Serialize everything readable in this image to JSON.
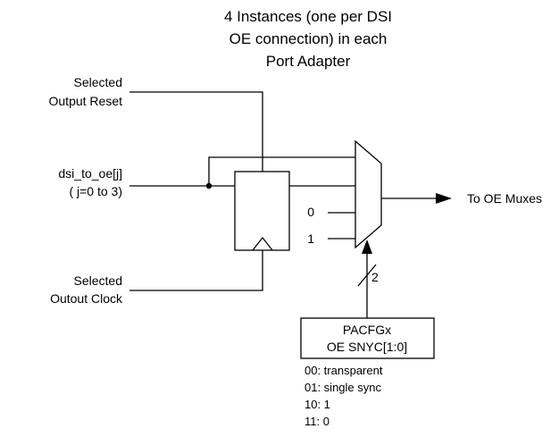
{
  "title": {
    "line1": "4 Instances (one per DSI",
    "line2": "OE connection) in each",
    "line3": "Port Adapter"
  },
  "inputs": {
    "reset_line1": "Selected",
    "reset_line2": "Output Reset",
    "data_line1": "dsi_to_oe[j]",
    "data_line2": "( j=0 to 3)",
    "clock_line1": "Selected",
    "clock_line2": "Outout Clock"
  },
  "mux": {
    "input_0": "0",
    "input_1": "1",
    "select_width": "2"
  },
  "output": {
    "label": "To OE Muxes"
  },
  "register": {
    "line1": "PACFGx",
    "line2": "OE SNYC[1:0]"
  },
  "legend": [
    "00: transparent",
    "01: single sync",
    "10: 1",
    "11: 0"
  ]
}
